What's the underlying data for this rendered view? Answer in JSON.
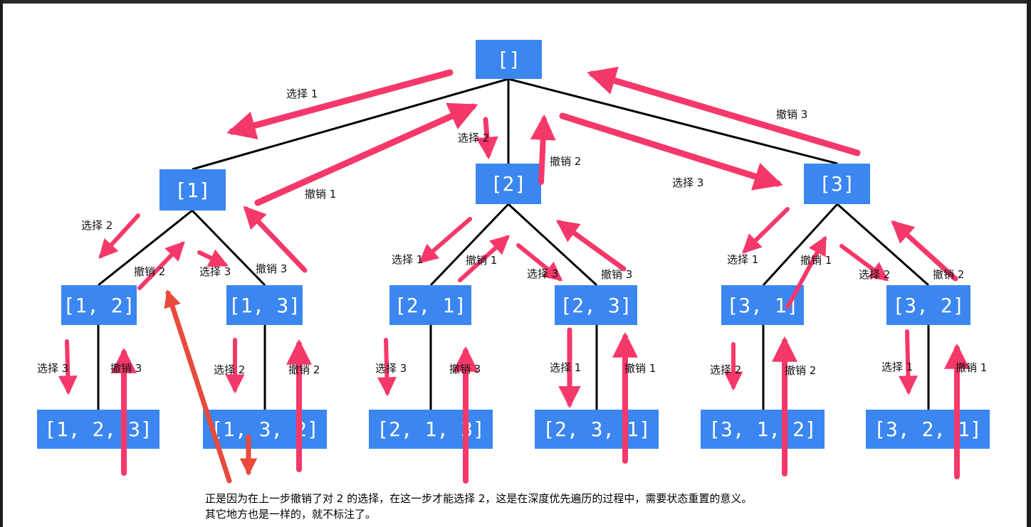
{
  "tree": {
    "root": "[]",
    "level1": [
      "[1]",
      "[2]",
      "[3]"
    ],
    "level2": [
      "[1, 2]",
      "[1, 3]",
      "[2, 1]",
      "[2, 3]",
      "[3, 1]",
      "[3, 2]"
    ],
    "level3": [
      "[1, 2, 3]",
      "[1, 3, 2]",
      "[2, 1, 3]",
      "[2, 3, 1]",
      "[3, 1, 2]",
      "[3, 2, 1]"
    ]
  },
  "labels": {
    "select_1_top": "选择 1",
    "select_2_top": "选择 2",
    "select_3_top": "选择 3",
    "undo_1_top": "撤销 1",
    "undo_2_top": "撤销 2",
    "undo_3_top": "撤销 3",
    "n1_select_2": "选择 2",
    "n1_undo_2": "撤销 2",
    "n1_select_3": "选择 3",
    "n1_undo_3": "撤销 3",
    "n2_select_1": "选择 1",
    "n2_undo_1": "撤销 1",
    "n2_select_3": "选择 3",
    "n2_undo_3": "撤销 3",
    "n3_select_1": "选择 1",
    "n3_undo_1": "撤销 1",
    "n3_select_2": "选择 2",
    "n3_undo_2": "撤销 2",
    "n12_select_3": "选择 3",
    "n12_undo_3": "撤销 3",
    "n13_select_2": "选择 2",
    "n13_undo_2": "撤销 2",
    "n21_select_3": "选择 3",
    "n21_undo_3": "撤销 3",
    "n23_select_1": "选择 1",
    "n23_undo_1": "撤销 1",
    "n31_select_2": "选择 2",
    "n31_undo_2": "撤销 2",
    "n32_select_1": "选择 1",
    "n32_undo_1": "撤销 1"
  },
  "caption": {
    "line1": "正是因为在上一步撤销了对 2 的选择，在这一步才能选择 2，这是在深度优先遍历的过程中，需要状态重置的意义。",
    "line2": "其它地方也是一样的，就不标注了。"
  },
  "colors": {
    "node": "#3b86f0",
    "arrow_pink": "#f5386a",
    "arrow_red": "#e84a3c",
    "edge": "#000000"
  }
}
